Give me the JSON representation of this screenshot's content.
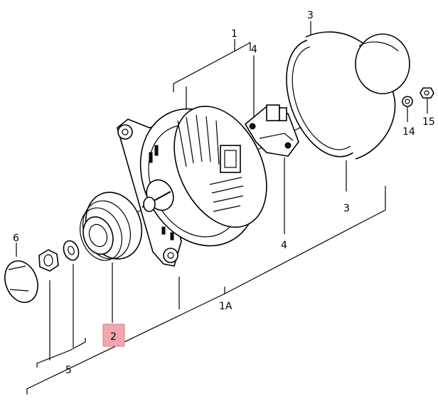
{
  "callouts": {
    "c1": "1",
    "c1a": "1A",
    "c2": "2",
    "c3_top": "3",
    "c3_bottom": "3",
    "c4_top": "4",
    "c4_bottom": "4",
    "c5": "5",
    "c6": "6",
    "c14": "14",
    "c15": "15"
  },
  "highlight_color": "#f2a7ae"
}
